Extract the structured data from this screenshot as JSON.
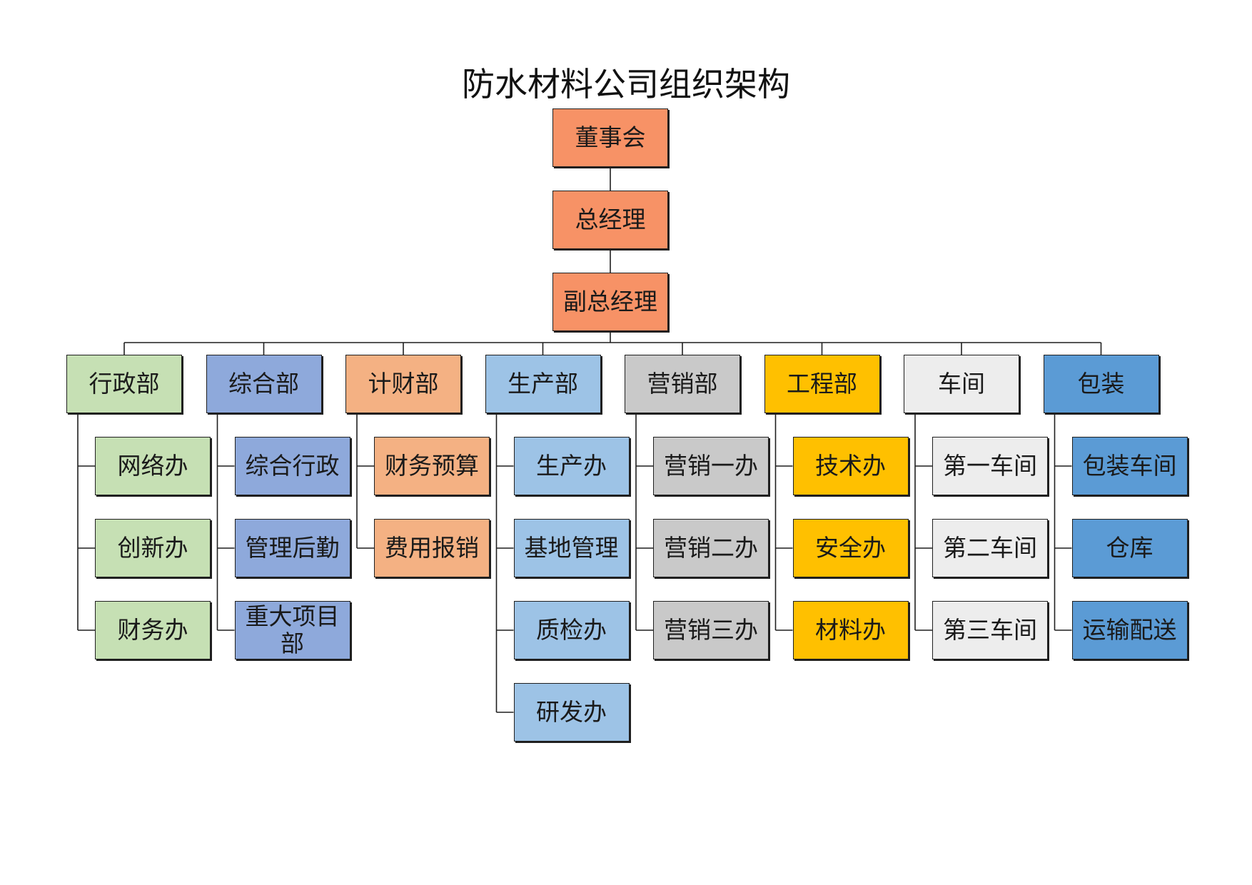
{
  "title": "防水材料公司组织架构",
  "colors": {
    "line": "#1f1f1f",
    "executive": "#f79266",
    "admin": "#c6e0b4",
    "general": "#8ea9db",
    "finance": "#f4b183",
    "production": "#9dc3e6",
    "sales": "#c9c9c9",
    "engineering": "#ffc000",
    "workshop": "#ededed",
    "packaging": "#5b9bd5"
  },
  "executives": [
    "董事会",
    "总经理",
    "副总经理"
  ],
  "departments": [
    {
      "name": "行政部",
      "color": "admin",
      "children": [
        "网络办",
        "创新办",
        "财务办"
      ]
    },
    {
      "name": "综合部",
      "color": "general",
      "children": [
        "综合行政",
        "管理后勤",
        "重大项目部"
      ]
    },
    {
      "name": "计财部",
      "color": "finance",
      "children": [
        "财务预算",
        "费用报销"
      ]
    },
    {
      "name": "生产部",
      "color": "production",
      "children": [
        "生产办",
        "基地管理",
        "质检办",
        "研发办"
      ]
    },
    {
      "name": "营销部",
      "color": "sales",
      "children": [
        "营销一办",
        "营销二办",
        "营销三办"
      ]
    },
    {
      "name": "工程部",
      "color": "engineering",
      "children": [
        "技术办",
        "安全办",
        "材料办"
      ]
    },
    {
      "name": "车间",
      "color": "workshop",
      "children": [
        "第一车间",
        "第二车间",
        "第三车间"
      ]
    },
    {
      "name": "包装",
      "color": "packaging",
      "children": [
        "包装车间",
        "仓库",
        "运输配送"
      ]
    }
  ]
}
